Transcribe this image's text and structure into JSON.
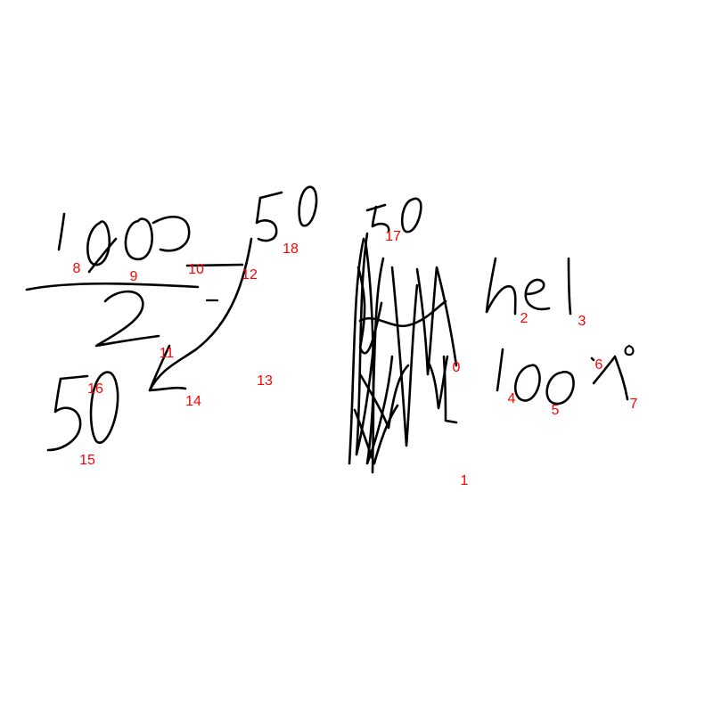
{
  "canvas": {
    "background": "#ffffff",
    "ink_color": "#000000",
    "label_color": "#ff0000"
  },
  "labels": [
    "0",
    "1",
    "2",
    "3",
    "4",
    "5",
    "6",
    "7",
    "8",
    "9",
    "10",
    "11",
    "12",
    "13",
    "14",
    "15",
    "16",
    "17",
    "18"
  ]
}
